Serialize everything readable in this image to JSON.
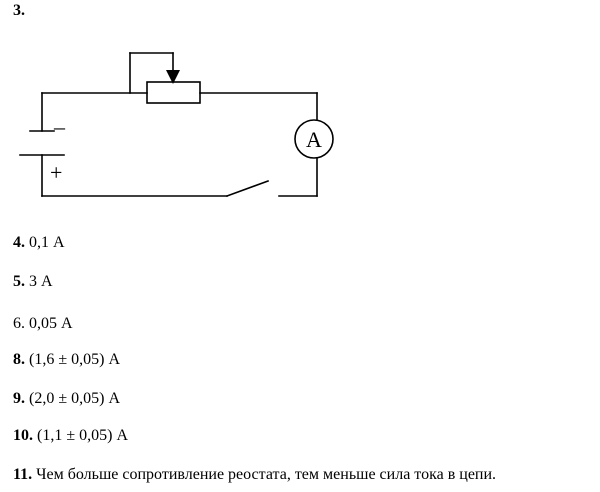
{
  "task3": {
    "number": "3."
  },
  "circuit": {
    "minus_label": "–",
    "plus_label": "+",
    "ammeter_label": "A"
  },
  "answers": [
    {
      "number": "4.",
      "text": " 0,1 А",
      "bold_number": true
    },
    {
      "number": "5.",
      "text": " 3 А",
      "bold_number": true
    },
    {
      "number": "6.",
      "text": " 0,05 А",
      "bold_number": false
    },
    {
      "number": "8.",
      "text": " (1,6 ± 0,05) А",
      "bold_number": true
    },
    {
      "number": "9.",
      "text": " (2,0 ± 0,05) А",
      "bold_number": true
    },
    {
      "number": "10.",
      "text": " (1,1 ± 0,05) А",
      "bold_number": true
    },
    {
      "number": "11.",
      "text": " Чем больше сопротивление реостата, тем меньше сила тока в цепи.",
      "bold_number": true
    }
  ]
}
